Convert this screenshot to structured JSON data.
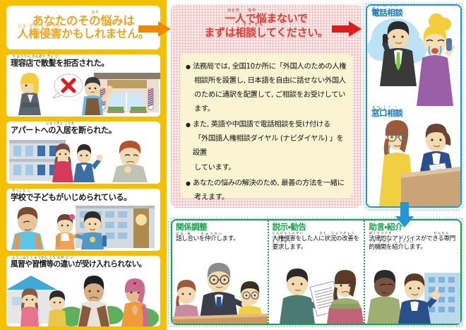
{
  "poster": {
    "left_column": {
      "title_lines": [
        "あなたのその悩みは",
        "人権侵害かもしれません。"
      ],
      "title_furigana": [
        "なや",
        "じん けん しん がい"
      ],
      "cases": [
        {
          "label": "理容店で散髪を拒否された。",
          "furigana": "り ようてん  さんぱつ  きょ ひ",
          "art": "barber-shop-refusal"
        },
        {
          "label": "アパートへの入居を断られた。",
          "furigana": "にゅうきょ  ことわ",
          "art": "apartment-rental-refusal"
        },
        {
          "label": "学校で子どもがいじめられている。",
          "furigana": "がっこう  こ",
          "art": "school-bullying"
        },
        {
          "label": "風習や習慣等の違いが受け入れられない。",
          "furigana": "ふうしゅう  しゅうかん とう  ちが  う  い",
          "art": "cultural-difference"
        }
      ]
    },
    "middle": {
      "heading_lines": [
        "一人で悩まないで",
        "まずは相談してください。"
      ],
      "heading_furigana": [
        "ひとり / なや",
        "そう だん"
      ],
      "bullets": [
        "法務局では，全国10か所に「外国人のための人権相談所を設置し，日本語を自由に話せない外国人のために通訳を配置して，ご相談をお受けしています。",
        "また，英語や中国語で電話相談を受け付ける「外国語人権相談ダイヤル（ナビダイヤル）」を設置しています。",
        "あなたの悩みの解決のため，最善の方法を一緒に考えます。"
      ],
      "bullet_lines": [
        [
          "法務局では, 全国10か所に「外国人のための人権",
          "相談所を設置し, 日本語を自由に話せない外国人",
          "のために通訳を配置して, ご相談をお受けしてい",
          "ます。"
        ],
        [
          "また, 英語や中国語で電話相談を受け付ける",
          "「外国語人権相談ダイヤル (ナビダイヤル) 」を設置",
          "しています。"
        ],
        [
          "あなたの悩みの解決のため, 最善の方法を一緒に",
          "考えます。"
        ]
      ]
    },
    "right_column": {
      "panels": [
        {
          "title": "電話相談",
          "furigana": "でん わ そう だん",
          "art": "phone-consultation"
        },
        {
          "title": "窓口相談",
          "furigana": "まど ぐち そう だん",
          "art": "counter-consultation"
        }
      ]
    },
    "bottom_actions": [
      {
        "title": "関係調整",
        "furigana": "かん けい ちょう せい",
        "desc_lines": [
          "話し合いを仲介します。"
        ],
        "art": "mediation-meeting"
      },
      {
        "title": "説示・勧告",
        "furigana": "せつ じ  かん こく",
        "desc_lines": [
          "人権侵害をした人に状況の改善を",
          "要求します。"
        ],
        "art": "document-demand"
      },
      {
        "title": "助言・紹介",
        "furigana": "じょ げん  しょう かい",
        "desc_lines": [
          "法律的なアドバイスができる専門",
          "的機関を紹介します。"
        ],
        "art": "referral-advice"
      }
    ],
    "arrows": [
      {
        "name": "orange-arrow-right",
        "color": "#EE8A00",
        "direction": "right"
      },
      {
        "name": "red-arrow-right",
        "color": "#E01B1B",
        "direction": "right"
      },
      {
        "name": "blue-arrow-down",
        "color": "#2196D8",
        "direction": "down"
      }
    ],
    "colors": {
      "left_background": "#F5C000",
      "left_title_text": "#F5A11E",
      "middle_heading_text": "#E8372B",
      "cream_box": "#FBF4D2",
      "blue_accent": "#2196D8",
      "blue_title_text": "#1378C0",
      "green_accent": "#15A64A"
    }
  }
}
